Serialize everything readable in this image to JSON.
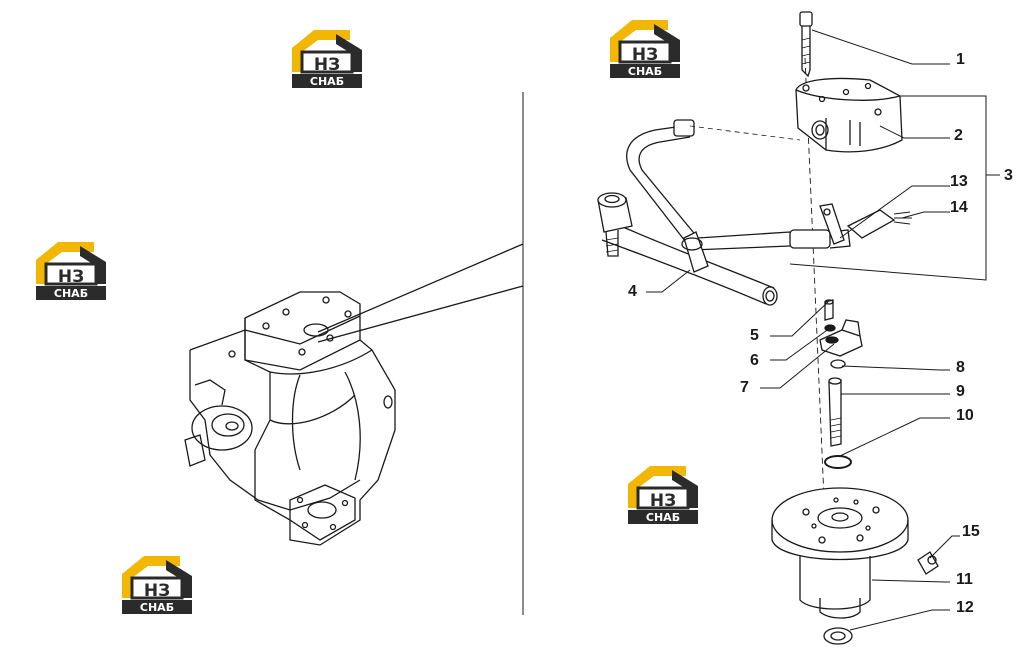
{
  "logo": {
    "mark": "НЗ",
    "word": "СНАБ",
    "colors": {
      "gold": "#F2B705",
      "dark": "#2B2B2B",
      "white": "#FFFFFF"
    }
  },
  "callouts": [
    "1",
    "2",
    "3",
    "4",
    "5",
    "6",
    "7",
    "8",
    "9",
    "10",
    "11",
    "12",
    "13",
    "14",
    "15"
  ],
  "colors": {
    "line": "#1a1a1a",
    "background": "#FFFFFF"
  }
}
